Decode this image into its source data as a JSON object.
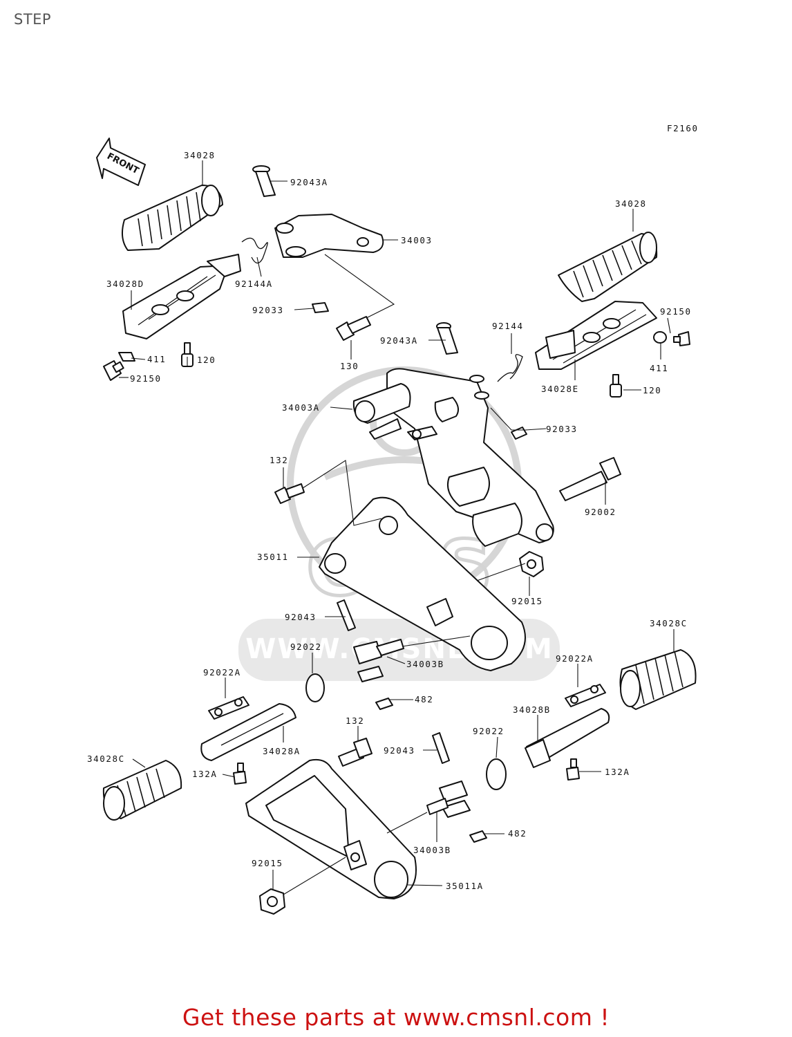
{
  "page": {
    "title": "STEP",
    "figure_code": "F2160"
  },
  "front_arrow": {
    "label": "FRONT",
    "icon": "front-arrow-icon"
  },
  "watermark": {
    "brand": "CMS",
    "url": "WWW.CMSNL.COM"
  },
  "callouts": {
    "c34028_l": "34028",
    "c92043A_t": "92043A",
    "c34003": "34003",
    "c92144A": "92144A",
    "c34028D": "34028D",
    "c92033_l": "92033",
    "c411_l": "411",
    "c120_l": "120",
    "c92150_l": "92150",
    "c130": "130",
    "c34028_r": "34028",
    "c92150_r": "92150",
    "c92144": "92144",
    "c92043A_m": "92043A",
    "c411_r": "411",
    "c34028E": "34028E",
    "c120_r": "120",
    "c34003A": "34003A",
    "c92033_r": "92033",
    "c132_t": "132",
    "c92002": "92002",
    "c35011": "35011",
    "c92015_r": "92015",
    "c92043_m": "92043",
    "c92022_m": "92022",
    "c34003B_t": "34003B",
    "c34028C_r": "34028C",
    "c92022A_l": "92022A",
    "c92022A_r": "92022A",
    "c482_t": "482",
    "c132_b": "132",
    "c34028B": "34028B",
    "c92043_b": "92043",
    "c92022_b": "92022",
    "c34028A": "34028A",
    "c34028C_l": "34028C",
    "c132A_l": "132A",
    "c132A_r": "132A",
    "c482_b": "482",
    "c34003B_b": "34003B",
    "c92015_l": "92015",
    "c35011A": "35011A"
  },
  "footer": {
    "cta": "Get these parts at www.cmsnl.com !",
    "cta_color": "#cc1111"
  }
}
